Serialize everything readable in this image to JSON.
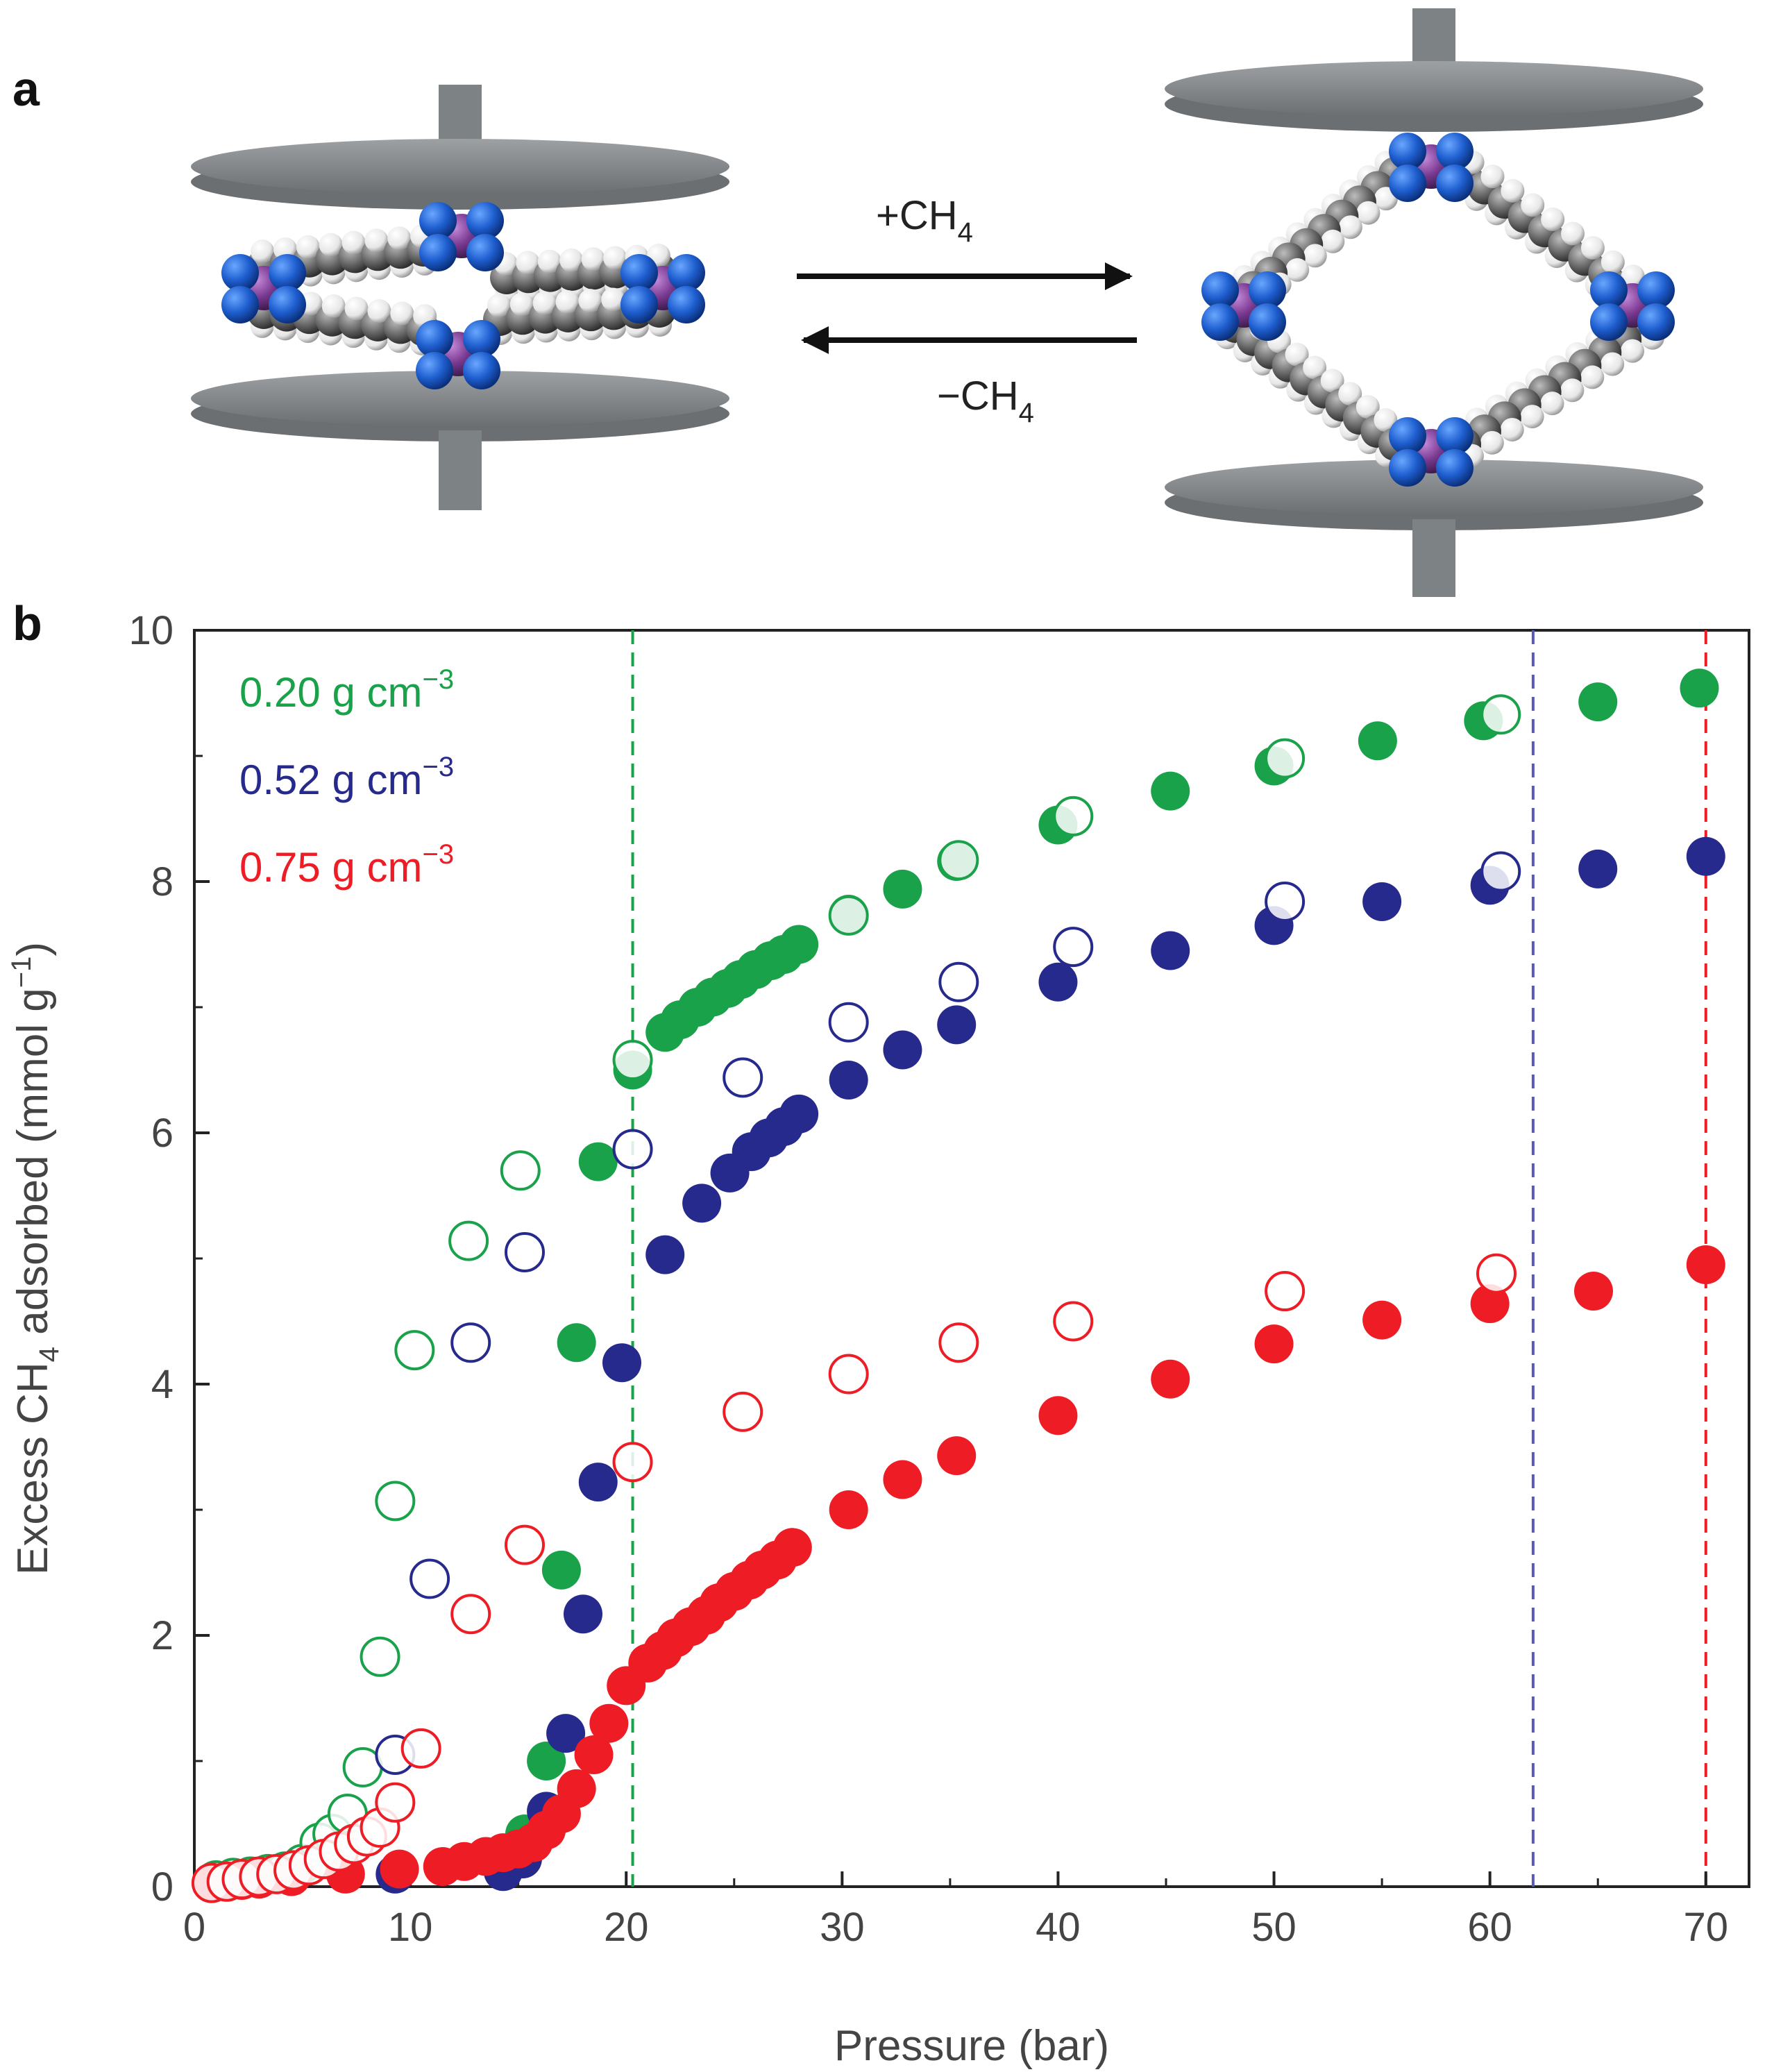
{
  "panel_a": {
    "label": "a",
    "forward_label": "+CH",
    "forward_sub": "4",
    "reverse_label": "−CH",
    "reverse_sub": "4"
  },
  "panel_b": {
    "label": "b"
  },
  "chart_data": {
    "type": "scatter",
    "xlabel": "Pressure (bar)",
    "ylabel": {
      "parts": [
        "Excess CH",
        "4",
        " adsorbed (mmol g",
        "−1",
        ")"
      ]
    },
    "xlim": [
      0,
      72
    ],
    "ylim": [
      0,
      10
    ],
    "xticks": [
      0,
      10,
      20,
      30,
      40,
      50,
      60,
      70
    ],
    "yticks": [
      0,
      2,
      4,
      6,
      8,
      10
    ],
    "grid": false,
    "legend_placement": "top-left",
    "legend": [
      {
        "text": "0.20 g cm",
        "sup": "−3",
        "color": "#19a24a"
      },
      {
        "text": "0.52 g cm",
        "sup": "−3",
        "color": "#262a8c"
      },
      {
        "text": "0.75 g cm",
        "sup": "−3",
        "color": "#ee1c24"
      }
    ],
    "vlines": [
      {
        "x": 20.3,
        "color": "#19a24a"
      },
      {
        "x": 62.0,
        "color": "#5a5ab4"
      },
      {
        "x": 70.0,
        "color": "#ee1c24"
      }
    ],
    "series": [
      {
        "density": "0.20 g cm-3",
        "kind": "adsorption",
        "color": "#19a24a",
        "filled": true,
        "x": [
          15.3,
          16.3,
          17.0,
          17.7,
          18.7,
          20.3,
          21.8,
          22.5,
          23.3,
          24.0,
          24.7,
          25.3,
          26.0,
          26.7,
          27.3,
          28.0,
          30.3,
          32.8,
          35.3,
          40.0,
          45.2,
          50.0,
          54.8,
          59.7,
          65.0,
          69.7
        ],
        "y": [
          0.42,
          1.0,
          2.52,
          4.33,
          5.77,
          6.5,
          6.8,
          6.9,
          7.0,
          7.08,
          7.15,
          7.22,
          7.3,
          7.37,
          7.42,
          7.5,
          7.74,
          7.94,
          8.16,
          8.45,
          8.72,
          8.92,
          9.12,
          9.28,
          9.43,
          9.54
        ]
      },
      {
        "density": "0.20 g cm-3",
        "kind": "desorption",
        "color": "#19a24a",
        "filled": false,
        "x": [
          1.0,
          1.8,
          2.6,
          3.4,
          4.2,
          5.0,
          5.8,
          6.4,
          7.1,
          7.8,
          8.6,
          9.3,
          10.2,
          12.7,
          15.1,
          20.3,
          30.3,
          35.4,
          40.7,
          50.5,
          60.5
        ],
        "y": [
          0.05,
          0.07,
          0.08,
          0.1,
          0.12,
          0.18,
          0.35,
          0.42,
          0.58,
          0.95,
          1.83,
          3.07,
          4.27,
          5.14,
          5.7,
          6.58,
          7.73,
          8.17,
          8.52,
          8.98,
          9.33
        ]
      },
      {
        "density": "0.52 g cm-3",
        "kind": "adsorption",
        "color": "#262a8c",
        "filled": true,
        "x": [
          9.3,
          14.3,
          15.2,
          16.3,
          17.2,
          18.0,
          18.7,
          19.8,
          21.8,
          23.5,
          24.8,
          25.8,
          26.6,
          27.3,
          28.0,
          30.3,
          32.8,
          35.3,
          40.0,
          45.2,
          50.0,
          55.0,
          60.0,
          65.0,
          70.0
        ],
        "y": [
          0.1,
          0.12,
          0.22,
          0.6,
          1.22,
          2.17,
          3.22,
          4.17,
          5.03,
          5.44,
          5.68,
          5.85,
          5.96,
          6.05,
          6.15,
          6.42,
          6.66,
          6.86,
          7.2,
          7.45,
          7.65,
          7.84,
          7.97,
          8.1,
          8.2
        ]
      },
      {
        "density": "0.52 g cm-3",
        "kind": "desorption",
        "color": "#262a8c",
        "filled": false,
        "x": [
          9.3,
          10.9,
          12.8,
          15.3,
          20.3,
          25.4,
          30.3,
          35.4,
          40.7,
          50.5,
          60.5
        ],
        "y": [
          1.05,
          2.45,
          4.33,
          5.05,
          5.87,
          6.44,
          6.88,
          7.2,
          7.48,
          7.84,
          8.08
        ]
      },
      {
        "density": "0.75 g cm-3",
        "kind": "adsorption",
        "color": "#ee1c24",
        "filled": true,
        "x": [
          0.8,
          1.5,
          2.2,
          3.0,
          4.5,
          7.0,
          9.5,
          11.5,
          12.5,
          13.5,
          14.3,
          15.0,
          15.7,
          16.3,
          17.0,
          17.7,
          18.5,
          19.2,
          20.0,
          21.0,
          21.7,
          22.3,
          23.0,
          23.7,
          24.3,
          25.0,
          25.7,
          26.3,
          27.0,
          27.7,
          30.3,
          32.8,
          35.3,
          40.0,
          45.2,
          50.0,
          55.0,
          60.0,
          64.8,
          70.0
        ],
        "y": [
          0.03,
          0.04,
          0.05,
          0.06,
          0.08,
          0.1,
          0.14,
          0.16,
          0.2,
          0.24,
          0.27,
          0.3,
          0.35,
          0.45,
          0.58,
          0.78,
          1.05,
          1.3,
          1.6,
          1.78,
          1.88,
          1.98,
          2.07,
          2.16,
          2.26,
          2.35,
          2.44,
          2.52,
          2.6,
          2.7,
          3.0,
          3.24,
          3.43,
          3.75,
          4.04,
          4.32,
          4.51,
          4.64,
          4.74,
          4.95
        ]
      },
      {
        "density": "0.75 g cm-3",
        "kind": "desorption",
        "color": "#ee1c24",
        "filled": false,
        "x": [
          0.8,
          1.5,
          2.2,
          3.0,
          3.8,
          4.6,
          5.3,
          6.0,
          6.7,
          7.4,
          8.0,
          8.6,
          9.3,
          10.5,
          12.8,
          15.3,
          20.3,
          25.4,
          30.3,
          35.4,
          40.7,
          50.5,
          60.3
        ],
        "y": [
          0.03,
          0.04,
          0.06,
          0.08,
          0.1,
          0.13,
          0.17,
          0.22,
          0.28,
          0.34,
          0.4,
          0.47,
          0.67,
          1.1,
          2.17,
          2.72,
          3.38,
          3.78,
          4.08,
          4.33,
          4.5,
          4.74,
          4.88
        ]
      }
    ]
  }
}
